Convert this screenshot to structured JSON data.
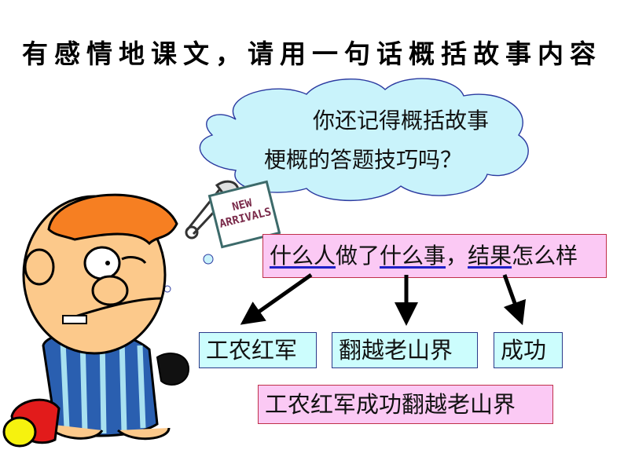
{
  "title": "有感情地课文，请用一句话概括故事内容",
  "thought_bubble": {
    "line1": "你还记得概括故事",
    "line2": "梗概的答题技巧吗？"
  },
  "tag": {
    "line1": "NEW",
    "line2": "ARRIVALS"
  },
  "formula": {
    "who": "什么人",
    "did": "做了",
    "what": "什么事",
    "comma": "，",
    "result": "结果",
    "how": "怎么样"
  },
  "answer_parts": [
    {
      "label": "工农红军"
    },
    {
      "label": "翻越老山界"
    },
    {
      "label": "成功"
    }
  ],
  "summary": "工农红军成功翻越老山界",
  "colors": {
    "pink_bg": "#fbc9f4",
    "pink_border": "#c0304a",
    "blue_bg": "#ccfdfd",
    "blue_border": "#2a3a8a",
    "cloud_fill": "#c9f3fb",
    "cloud_stroke": "#2b3aa0",
    "underline": "#1f20c8"
  }
}
